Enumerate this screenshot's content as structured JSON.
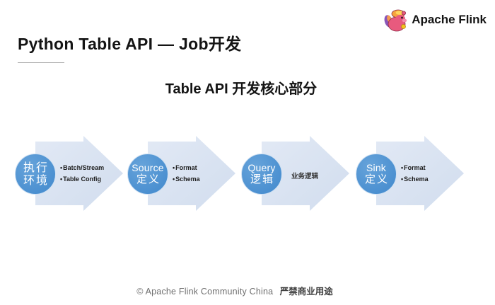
{
  "header": {
    "title": "Python Table API — Job开发",
    "logo_text": "Apache Flink"
  },
  "subtitle": "Table API 开发核心部分",
  "diagram": {
    "steps": [
      {
        "line1": "执行",
        "line2": "环境",
        "notes": [
          "Batch/Stream",
          "Table Config"
        ]
      },
      {
        "line1": "Source",
        "line2": "定义",
        "notes": [
          "Format",
          "Schema"
        ]
      },
      {
        "line1": "Query",
        "line2": "逻辑",
        "note_plain": "业务逻辑"
      },
      {
        "line1": "Sink",
        "line2": "定义",
        "notes": [
          "Format",
          "Schema"
        ]
      }
    ],
    "colors": {
      "circle_fill": "#4f94d1",
      "arrow_fill": "#d8e2f1",
      "circle_text": "#ffffff"
    }
  },
  "footer": {
    "copyright": "© Apache Flink Community China",
    "notice": "严禁商业用途"
  }
}
